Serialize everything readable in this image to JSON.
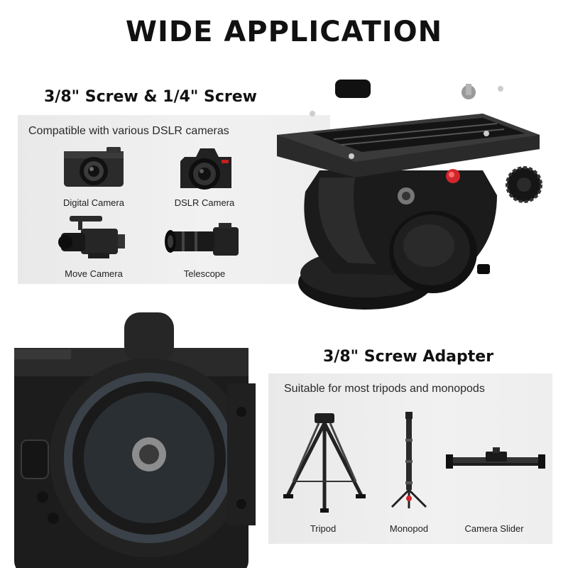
{
  "title": "WIDE APPLICATION",
  "section1": {
    "heading": "3/8\" Screw & 1/4\" Screw",
    "caption": "Compatible with various DSLR cameras",
    "items": [
      {
        "label": "Digital Camera",
        "icon": "digital-camera-icon"
      },
      {
        "label": "DSLR Camera",
        "icon": "dslr-camera-icon"
      },
      {
        "label": "Move Camera",
        "icon": "video-camera-icon"
      },
      {
        "label": "Telescope",
        "icon": "telephoto-camera-icon"
      }
    ]
  },
  "section2": {
    "heading": "3/8\" Screw Adapter",
    "caption": "Suitable for most tripods and monopods",
    "items": [
      {
        "label": "Tripod",
        "icon": "tripod-icon"
      },
      {
        "label": "Monopod",
        "icon": "monopod-icon"
      },
      {
        "label": "Camera Slider",
        "icon": "camera-slider-icon"
      }
    ]
  },
  "colors": {
    "accent_red": "#d1262c",
    "metal_dark": "#1c1c1c",
    "panel_bg": "#ececec"
  }
}
